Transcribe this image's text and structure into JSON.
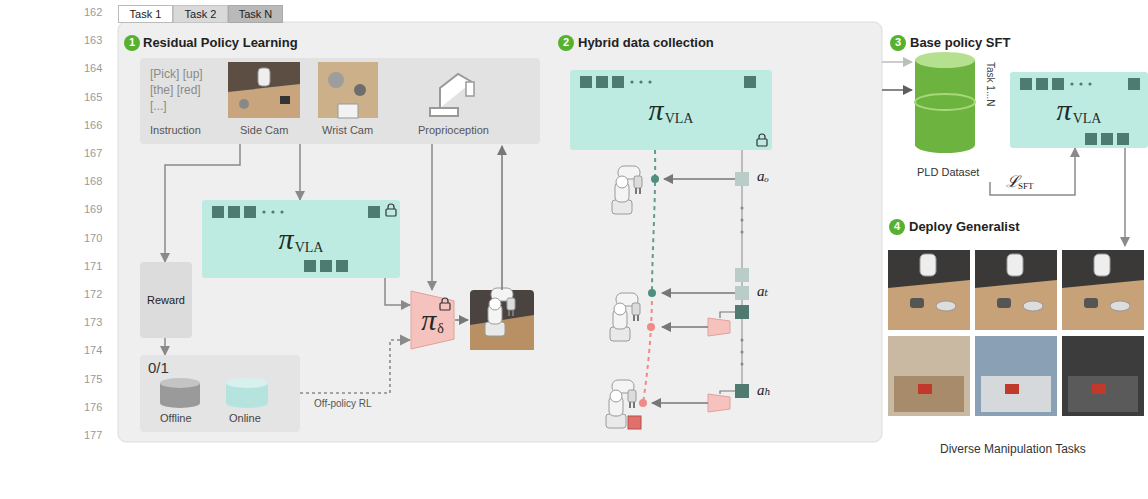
{
  "diagram": {
    "nodes": [
      {
        "text": [
          "Task 1"
        ]
      },
      {
        "text": [
          "Task 2"
        ]
      },
      {
        "text": [
          "Task N"
        ]
      },
      {
        "text": [
          "Residual Policy Learning",
          "Hybrid data collection"
        ]
      },
      {
        "text": [
          "[Pick] [up] [the] [red] [...]",
          "Instruction",
          "Side Cam",
          "Wrist Cam",
          "Proprioception"
        ],
        "in": 3
      },
      {
        "text": [
          "Reward"
        ],
        "in": 3
      },
      {
        "text": [
          "π",
          "VLA"
        ],
        "in": 3
      },
      {
        "text": [
          "0/1",
          "Offline",
          "Online"
        ],
        "in": 3
      },
      {
        "text": [
          "π",
          "δ"
        ],
        "in": 3
      },
      {
        "text": [
          "π",
          "VLA"
        ],
        "in": 3
      },
      {
        "text": [
          "Task 1...N",
          "PLD Dataset"
        ]
      },
      {
        "text": [
          "π",
          "VLA"
        ]
      },
      {
        "text": [
          "Diverse Manipulation Tasks"
        ]
      }
    ],
    "edges": [
      {
        "from": 4,
        "to": 5,
        "arrow": "to"
      },
      {
        "from": 4,
        "to": 6,
        "arrow": "to"
      },
      {
        "from": 4,
        "to": 8,
        "arrow": "to"
      },
      {
        "from": 5,
        "to": 7,
        "arrow": "to"
      },
      {
        "from": 7,
        "to": 8,
        "label": "Off-policy RL",
        "arrow": "to"
      },
      {
        "from": 6,
        "to": 8,
        "arrow": "to"
      },
      {
        "from": 3,
        "to": 10,
        "arrow": "to"
      },
      {
        "from": 3,
        "to": 10,
        "arrow": "to"
      },
      {
        "from": 10,
        "to": 11,
        "arrow": "to"
      },
      {
        "from": 11,
        "to": 12,
        "arrow": "to"
      }
    ],
    "labels": [
      "162",
      "163",
      "164",
      "165",
      "166",
      "167",
      "168",
      "169",
      "170",
      "171",
      "172",
      "173",
      "174",
      "175",
      "176",
      "177",
      "1",
      "2",
      "3",
      "4",
      "Base policy SFT",
      "Deploy Generalist",
      "aₒ",
      "aₜ",
      "aₕ",
      "ℒ",
      "SFT"
    ]
  }
}
